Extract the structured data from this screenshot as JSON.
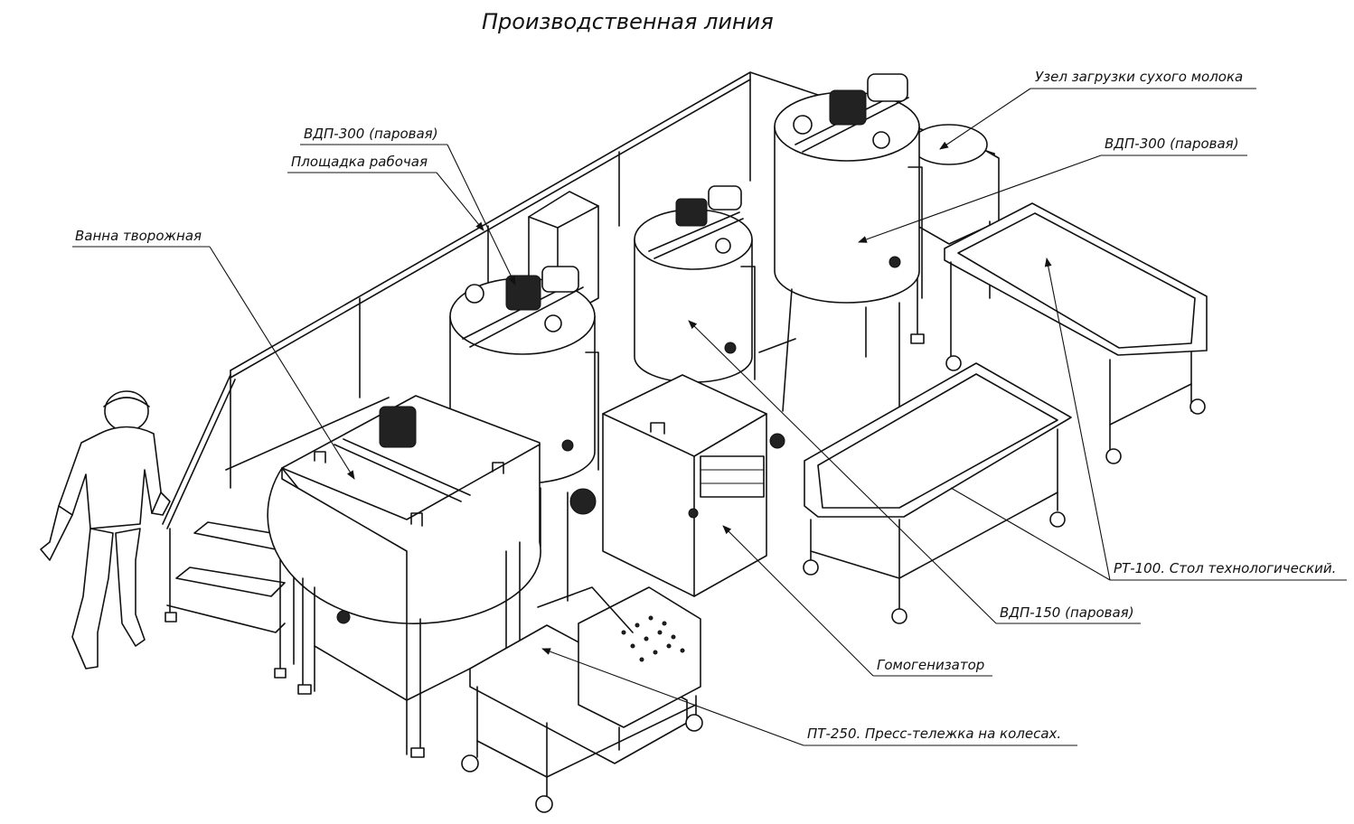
{
  "title": "Производственная линия",
  "labels": {
    "dry_milk_unit": "Узел загрузки сухого молока",
    "vdp300_left": "ВДП-300 (паровая)",
    "platform": "Площадка рабочая",
    "vdp300_right": "ВДП-300 (паровая)",
    "curd_bath": "Ванна творожная",
    "tech_table": "РТ-100. Стол технологический.",
    "vdp150": "ВДП-150 (паровая)",
    "homogenizer": "Гомогенизатор",
    "press_cart": "ПТ-250. Пресс-тележка на колесах."
  }
}
